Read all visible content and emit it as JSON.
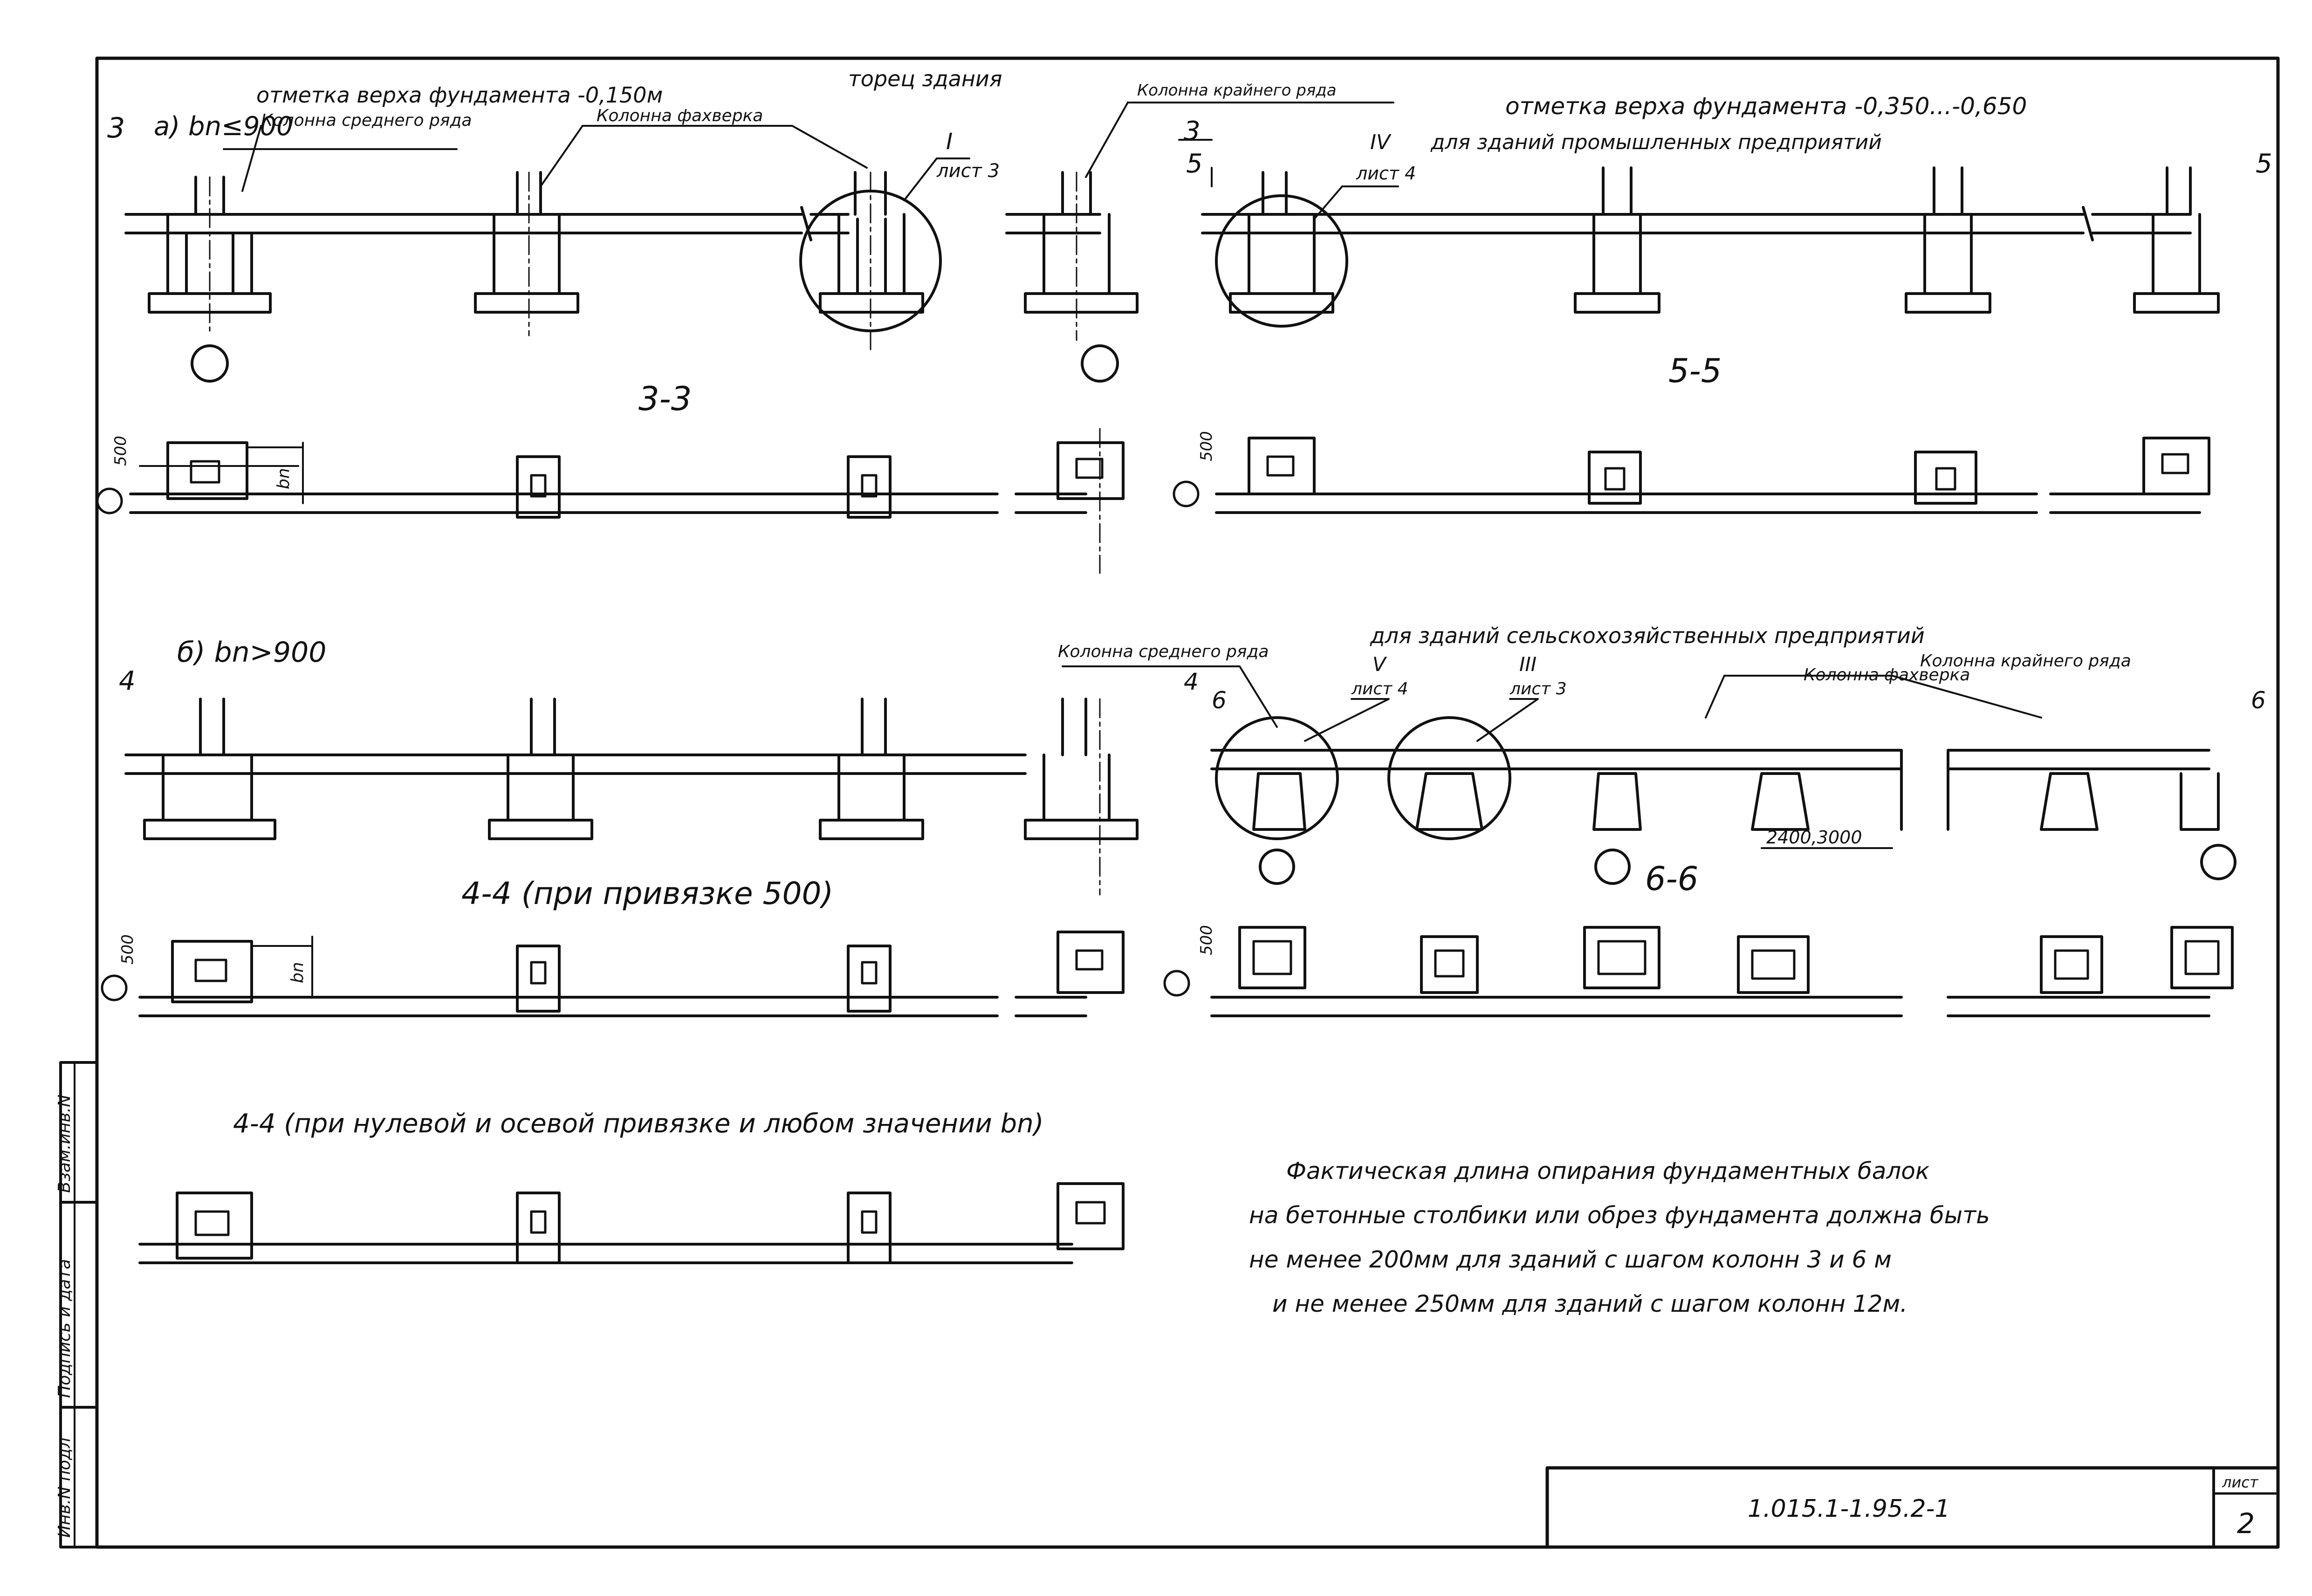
{
  "upper_left": {
    "section_mark": "3",
    "variant": "а) bn≤900",
    "elevation": "отметка верха фундамента -0,150м",
    "end_label": "торец здания",
    "col_middle": "Колонна среднего ряда",
    "col_fachwerk": "Колонна фахверка",
    "col_edge": "Колонна крайнего ряда",
    "ref_num": "I",
    "ref_sheet": "лист 3",
    "title": "3-3"
  },
  "upper_right": {
    "section_mark": "3",
    "elevation": "отметка верха фундамента -0,350...-0,650",
    "purpose": "для зданий промышленных предприятий",
    "ref_num": "IV",
    "ref_sheet": "лист 4",
    "cut_mark": "5",
    "title": "5-5"
  },
  "plan_top": {
    "dim_500": "500",
    "dim_bn": "bn"
  },
  "middle_left": {
    "variant": "б) bn>900",
    "section_mark": "4",
    "title": "4-4 (при привязке 500)"
  },
  "middle_right": {
    "purpose": "для зданий сельскохозяйственных предприятий",
    "col_middle": "Колонна среднего ряда",
    "ref_v": "V",
    "ref_v_sheet": "лист 4",
    "ref_iii": "III",
    "ref_iii_sheet": "лист 3",
    "col_fachwerk": "Колонна фахверка",
    "col_edge": "Колонна крайнего ряда",
    "section_mark": "4",
    "cut_mark": "6",
    "dim": "2400,3000",
    "title": "6-6"
  },
  "lower_left": {
    "title": "4-4 (при нулевой и осевой привязке и любом значении bn)"
  },
  "note": [
    "Фактическая длина опирания фундаментных балок",
    "на бетонные столбики или обрез фундамента должна быть",
    "не менее 200мм для зданий с шагом колонн 3 и 6 м",
    "и не менее 250мм для зданий с шагом колонн 12м."
  ],
  "stamp": {
    "inv_podl": "Инв.N подл",
    "sign_date": "Подпись и дата",
    "vzam": "Взам.инв.N",
    "code": "1.015.1-1.95.2-1",
    "sheet_label": "лист",
    "sheet_no": "2"
  }
}
